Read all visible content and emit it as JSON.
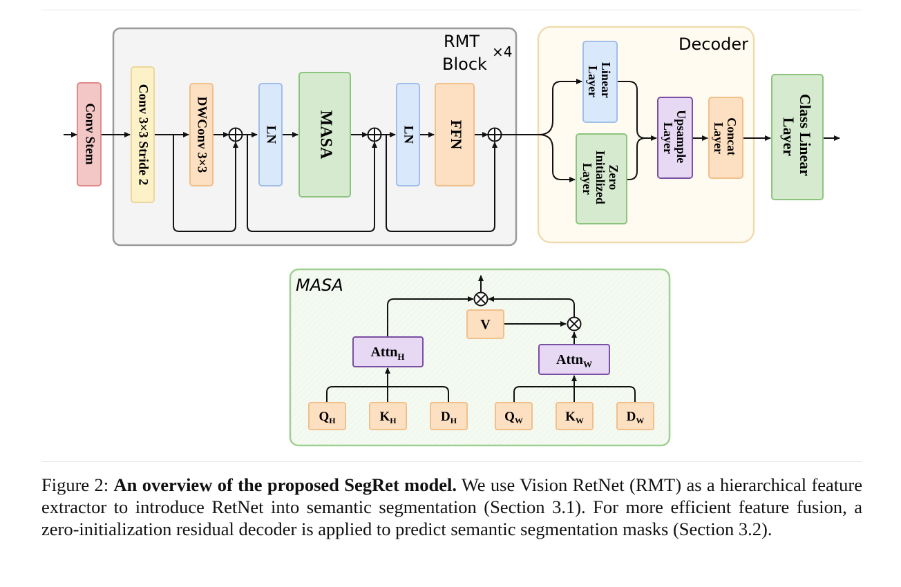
{
  "rmt": {
    "title_line1": "RMT",
    "title_line2": "Block",
    "repeat": "×4"
  },
  "decoder": {
    "title": "Decoder"
  },
  "blocks": {
    "conv_stem": "Conv Stem",
    "conv3x3": "Conv 3×3 Stride 2",
    "dwconv": "DWConv 3×3",
    "ln1": "LN",
    "masa": "MASA",
    "ln2": "LN",
    "ffn": "FFN",
    "linear_layer": [
      "Linear",
      "Layer"
    ],
    "zero_init_layer": [
      "Zero",
      "Initialized",
      "Layer"
    ],
    "upsample_layer": [
      "Upsample",
      "Layer"
    ],
    "concat_layer": [
      "Concat",
      "Layer"
    ],
    "class_linear_layer": [
      "Class Linear",
      "Layer"
    ]
  },
  "masa_panel": {
    "title": "MASA",
    "v": "V",
    "attn_h": {
      "main": "Attn",
      "sub": "H"
    },
    "attn_w": {
      "main": "Attn",
      "sub": "W"
    },
    "qh": {
      "main": "Q",
      "sub": "H"
    },
    "kh": {
      "main": "K",
      "sub": "H"
    },
    "dh": {
      "main": "D",
      "sub": "H"
    },
    "qw": {
      "main": "Q",
      "sub": "W"
    },
    "kw": {
      "main": "K",
      "sub": "W"
    },
    "dw": {
      "main": "D",
      "sub": "W"
    }
  },
  "caption": {
    "prefix": "Figure 2: ",
    "bold": "An overview of the proposed SegRet model.",
    "body": " We use Vision RetNet (RMT) as a hierarchical feature extractor to introduce RetNet into semantic segmentation (Section 3.1). For more efficient feature fusion, a zero-initialization residual decoder is applied to predict semantic segmentation masks (Section 3.2)."
  },
  "colors": {
    "red": "#f4c7c7",
    "red_border": "#e08a8a",
    "yellow": "#fdf1c8",
    "yellow_border": "#ecd79a",
    "orange": "#fde0c2",
    "orange_border": "#f1bf8a",
    "blue": "#d9e8fb",
    "blue_border": "#9fbfe8",
    "green": "#d6ead0",
    "green_border": "#8cc47e",
    "purple": "#e7d9f3",
    "purple_border": "#7b4fa4",
    "panel_gray": "#f4f4f4",
    "panel_gray_border": "#9a9a9a",
    "decoder_bg": "#fffbf0",
    "decoder_border": "#efdcae",
    "masa_bg": "#f4faf1",
    "masa_border": "#9fcf92"
  }
}
